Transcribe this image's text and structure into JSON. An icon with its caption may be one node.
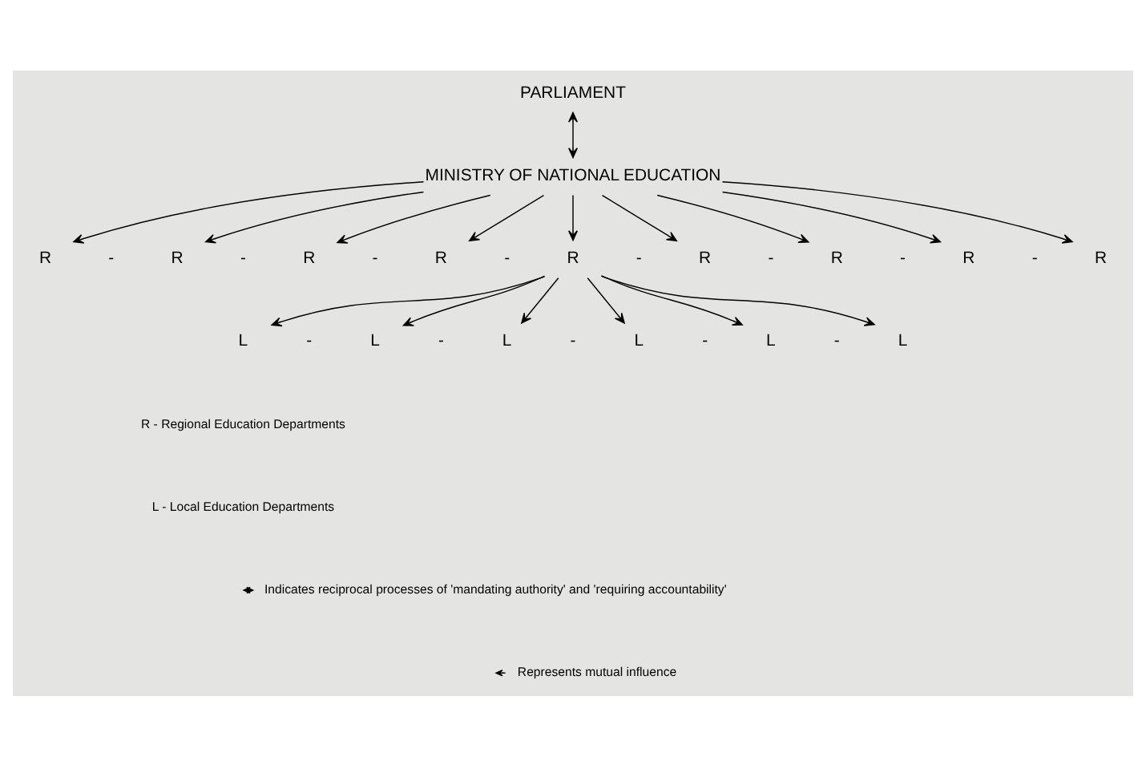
{
  "diagram": {
    "nodes": [
      {
        "text": [
          "PARLIAMENT"
        ]
      },
      {
        "text": [
          "MINISTRY OF NATIONAL EDUCATION"
        ]
      },
      {
        "text": [
          "R"
        ]
      },
      {
        "text": [
          "R"
        ]
      },
      {
        "text": [
          "R"
        ]
      },
      {
        "text": [
          "R"
        ]
      },
      {
        "text": [
          "R"
        ]
      },
      {
        "text": [
          "R"
        ]
      },
      {
        "text": [
          "R"
        ]
      },
      {
        "text": [
          "R"
        ]
      },
      {
        "text": [
          "R"
        ]
      },
      {
        "text": [
          "L"
        ]
      },
      {
        "text": [
          "L"
        ]
      },
      {
        "text": [
          "L"
        ]
      },
      {
        "text": [
          "L"
        ]
      },
      {
        "text": [
          "L"
        ]
      },
      {
        "text": [
          "L"
        ]
      }
    ],
    "edges": [
      {
        "from": 0,
        "to": 1,
        "arrow": "both"
      },
      {
        "from": 1,
        "to": 2,
        "arrow": "to"
      },
      {
        "from": 1,
        "to": 3,
        "arrow": "to"
      },
      {
        "from": 1,
        "to": 4,
        "arrow": "to"
      },
      {
        "from": 1,
        "to": 5,
        "arrow": "to"
      },
      {
        "from": 1,
        "to": 6,
        "arrow": "to"
      },
      {
        "from": 1,
        "to": 7,
        "arrow": "to"
      },
      {
        "from": 1,
        "to": 8,
        "arrow": "to"
      },
      {
        "from": 1,
        "to": 9,
        "arrow": "to"
      },
      {
        "from": 1,
        "to": 10,
        "arrow": "to"
      },
      {
        "from": 6,
        "to": 11,
        "arrow": "to"
      },
      {
        "from": 6,
        "to": 12,
        "arrow": "to"
      },
      {
        "from": 6,
        "to": 13,
        "arrow": "to"
      },
      {
        "from": 6,
        "to": 14,
        "arrow": "to"
      },
      {
        "from": 6,
        "to": 15,
        "arrow": "to"
      },
      {
        "from": 6,
        "to": 16,
        "arrow": "to"
      }
    ],
    "labels": [
      "-",
      "-",
      "-",
      "-",
      "-",
      "-",
      "-",
      "-",
      "-",
      "-",
      "-",
      "-",
      "-"
    ],
    "legend": [
      {
        "text": "R - Regional Education Departments"
      },
      {
        "text": "L - Local Education Departments"
      },
      {
        "text": "Indicates reciprocal processes of 'mandating authority' and 'requiring accountability'"
      },
      {
        "text": "Represents mutual influence"
      }
    ]
  }
}
